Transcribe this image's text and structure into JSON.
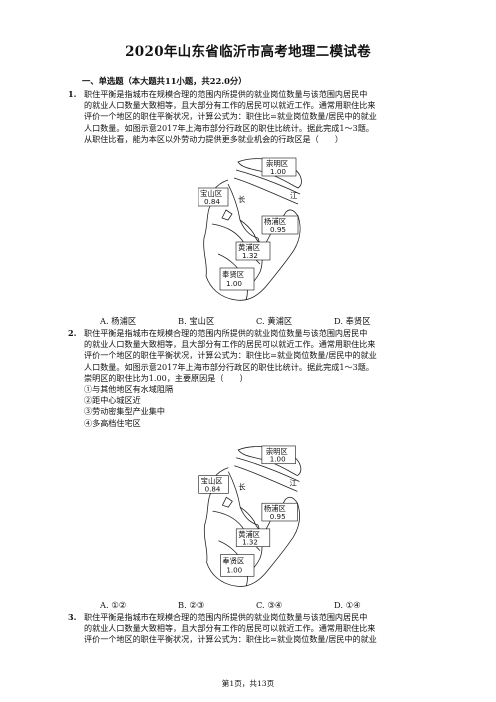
{
  "title": "2020年山东省临沂市高考地理二模试卷",
  "section": "一、单选题（本大题共11小题，共22.0分）",
  "q1": {
    "num": "1.",
    "lines": [
      "职住平衡是指城市在规模合理的范围内所提供的就业岗位数量与该范围内居民中",
      "的就业人口数量大致相等，且大部分有工作的居民可以就近工作。通常用职住比来",
      "评价一个地区的职住平衡状况，计算公式为：职住比=就业岗位数量/居民中的就业",
      "人口数量。如图示意2017年上海市部分行政区的职住比统计。据此完成1～3题。",
      "从职住比看，能为本区以外劳动力提供更多就业机会的行政区是（　　）"
    ],
    "options": [
      "A. 杨浦区",
      "B. 宝山区",
      "C. 黄浦区",
      "D. 奉贤区"
    ]
  },
  "map": {
    "chongming": "崇明区",
    "chongming_val": "1.00",
    "baoshan": "宝山区",
    "baoshan_val": "0.84",
    "jiang": "江",
    "chang": "长",
    "yangpu": "杨浦区",
    "yangpu_val": "0.95",
    "huangpu": "黄浦区",
    "huangpu_val": "1.32",
    "fengxian": "奉贤区",
    "fengxian_val": "1.00"
  },
  "q2": {
    "num": "2.",
    "lines": [
      "职住平衡是指城市在规模合理的范围内所提供的就业岗位数量与该范围内居民中",
      "的就业人口数量大致相等，且大部分有工作的居民可以就近工作。通常用职住比来",
      "评价一个地区的职住平衡状况，计算公式为：职住比=就业岗位数量/居民中的就业",
      "人口数量。如图示意2017年上海市部分行政区的职住比统计。据此完成1～3题。",
      "崇明区的职住比为1.00，主要原因是（　　）"
    ],
    "choices": [
      "①与其他地区有水域阻隔",
      "②距中心城区近",
      "③劳动密集型产业集中",
      "④多高档住宅区"
    ],
    "options": [
      "A. ①②",
      "B. ②③",
      "C. ③④",
      "D. ①④"
    ]
  },
  "q3": {
    "num": "3.",
    "lines": [
      "职住平衡是指城市在规模合理的范围内所提供的就业岗位数量与该范围内居民中",
      "的就业人口数量大致相等，且大部分有工作的居民可以就近工作。通常用职住比来",
      "评价一个地区的职住平衡状况，计算公式为：职住比=就业岗位数量/居民中的就业"
    ]
  },
  "footer": "第1页，共13页"
}
